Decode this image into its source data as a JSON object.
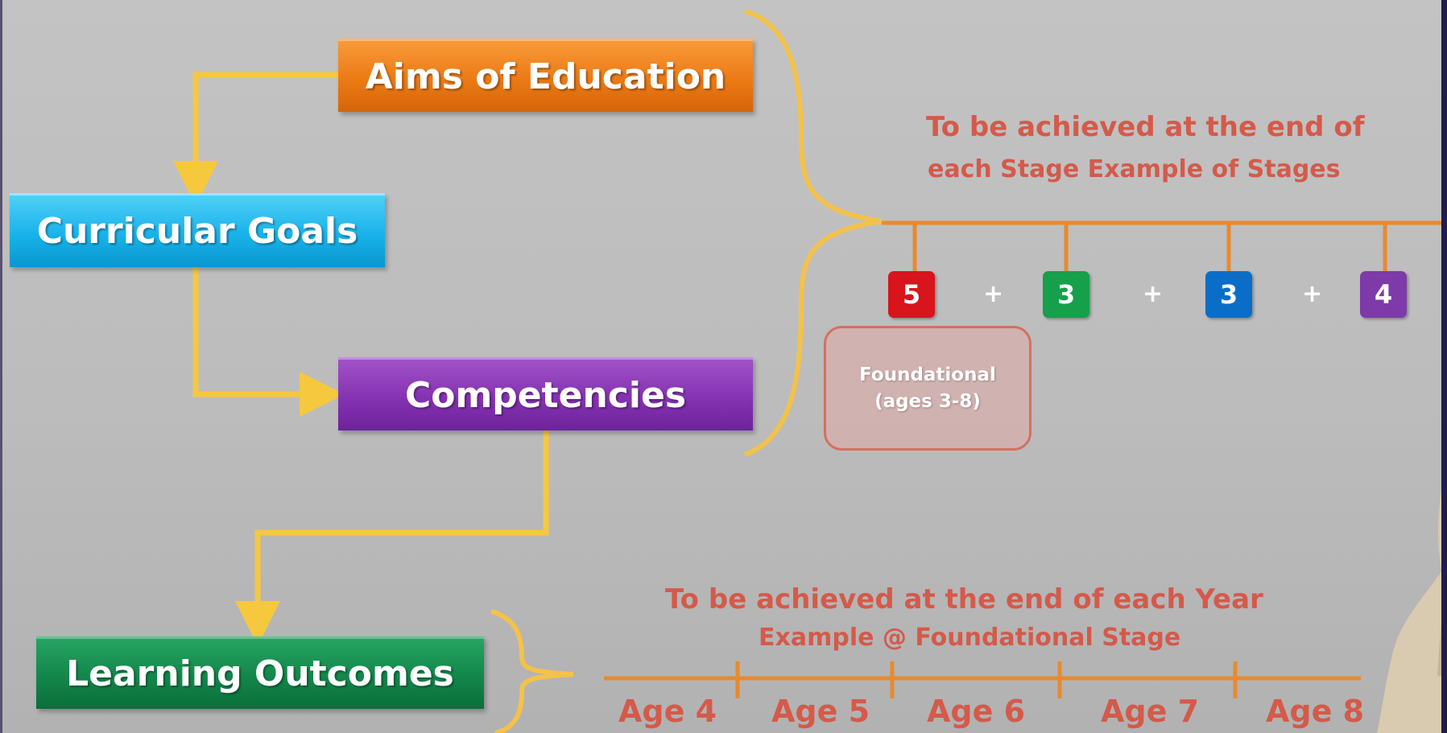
{
  "boxes": {
    "aims": "Aims of Education",
    "curricular_goals": "Curricular Goals",
    "competencies": "Competencies",
    "learning_outcomes": "Learning Outcomes"
  },
  "stage_caption": {
    "line1": "To be achieved at the end of",
    "line2": "each Stage Example of Stages"
  },
  "stage_numbers": [
    {
      "value": "5",
      "color": "#d8141c"
    },
    {
      "value": "3",
      "color": "#16a04a"
    },
    {
      "value": "3",
      "color": "#0a6ec8"
    },
    {
      "value": "4",
      "color": "#7d3aa8"
    }
  ],
  "plus_sign": "+",
  "foundational": {
    "line1": "Foundational",
    "line2": "(ages 3-8)"
  },
  "year_caption": {
    "line1": "To be achieved at the end of each Year",
    "line2": "Example @ Foundational Stage"
  },
  "ages": [
    "Age 4",
    "Age 5",
    "Age 6",
    "Age 7",
    "Age 8"
  ],
  "colors": {
    "arrow": "#f6c83e",
    "timeline": "#e88a2e",
    "caption": "#d45a4a"
  }
}
